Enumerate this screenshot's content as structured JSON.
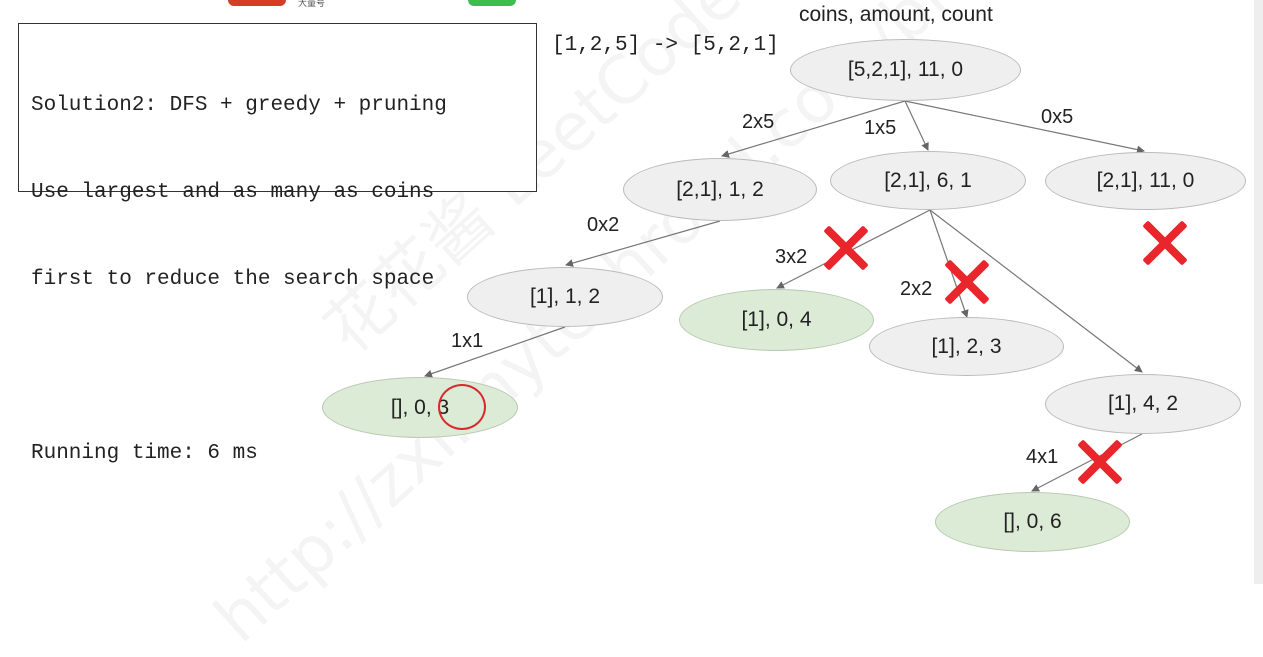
{
  "solution": {
    "lines": [
      "Solution2: DFS + greedy + pruning",
      "Use largest and as many as coins",
      "first to reduce the search space",
      "",
      "Running time: 6 ms"
    ]
  },
  "sort_note": "[1,2,5] -> [5,2,1]",
  "header_label": "coins, amount, count",
  "watermarks": [
    "花花酱 LeetCode",
    "http://zxi.mytechroad.com/blog/"
  ],
  "tree": {
    "nodes": [
      {
        "id": "root",
        "label": "[5,2,1], 11, 0",
        "state": "normal"
      },
      {
        "id": "a",
        "label": "[2,1], 1, 2",
        "state": "normal"
      },
      {
        "id": "b",
        "label": "[2,1], 6, 1",
        "state": "normal"
      },
      {
        "id": "c",
        "label": "[2,1], 11, 0",
        "state": "normal"
      },
      {
        "id": "d",
        "label": "[1], 1, 2",
        "state": "normal"
      },
      {
        "id": "e",
        "label": "[1], 0, 4",
        "state": "solution"
      },
      {
        "id": "f",
        "label": "[1], 2, 3",
        "state": "normal"
      },
      {
        "id": "g",
        "label": "[1], 4, 2",
        "state": "normal"
      },
      {
        "id": "h",
        "label": "[], 0, 3",
        "state": "solution"
      },
      {
        "id": "i",
        "label": "[], 0, 6",
        "state": "solution"
      }
    ],
    "edges": [
      {
        "from": "root",
        "to": "a",
        "label": "2x5"
      },
      {
        "from": "root",
        "to": "b",
        "label": "1x5"
      },
      {
        "from": "root",
        "to": "c",
        "label": "0x5"
      },
      {
        "from": "a",
        "to": "d",
        "label": "0x2"
      },
      {
        "from": "b",
        "to": "e",
        "label": "3x2"
      },
      {
        "from": "b",
        "to": "f",
        "label": "2x2"
      },
      {
        "from": "b",
        "to": "g",
        "label": ""
      },
      {
        "from": "d",
        "to": "h",
        "label": "1x1"
      },
      {
        "from": "g",
        "to": "i",
        "label": "4x1"
      }
    ],
    "pruned": [
      "3x2",
      "2x2",
      "0x5",
      "4x1"
    ]
  },
  "colors": {
    "node_fill": "#efefef",
    "solution_fill": "#dcebd5",
    "prune_mark": "#e8262b",
    "highlight_circle": "#d9282e"
  }
}
